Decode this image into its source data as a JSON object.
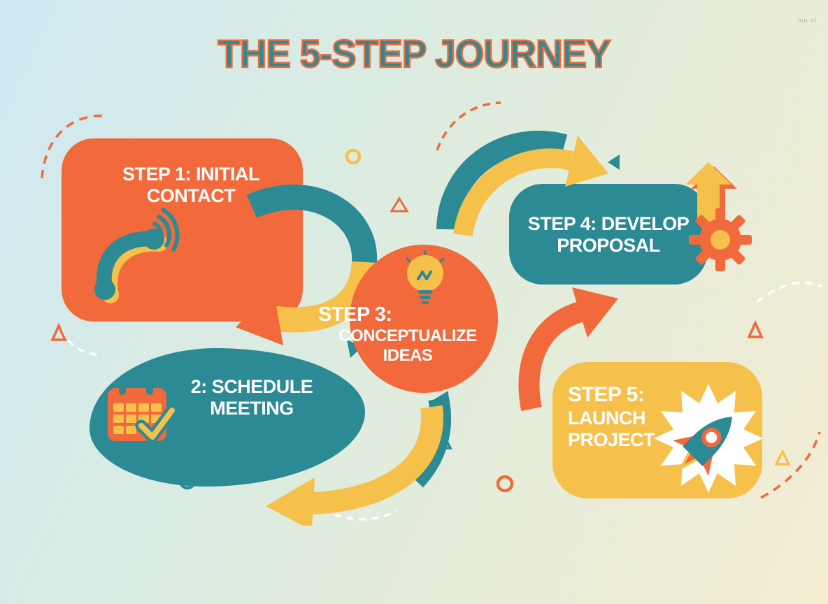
{
  "palette": {
    "orange": "#F2693B",
    "teal": "#2B8A94",
    "yellow": "#F6C14B",
    "background_blue": "#CFE9F2",
    "background_cream": "#F4EDD2",
    "text_white": "#FFFFFF"
  },
  "title": "THE 5-STEP JOURNEY",
  "watermark": "mn oi",
  "steps": {
    "step1": {
      "line1": "STEP 1: INITIAL",
      "line2": "CONTACT",
      "icon": "phone"
    },
    "step2": {
      "line1": "2: SCHEDULE",
      "line2": "MEETING",
      "icon": "calendar-check"
    },
    "step3": {
      "line1": "STEP 3:",
      "line2": "CONCEPTUALIZE",
      "line3": "IDEAS",
      "icon": "lightbulb"
    },
    "step4": {
      "line1": "STEP 4: DEVELOP",
      "line2": "PROPOSAL",
      "icon": "gear-and-up-arrow"
    },
    "step5": {
      "line1": "STEP 5:",
      "line2": "LAUNCH",
      "line3": "PROJECT",
      "icon": "rocket"
    }
  }
}
